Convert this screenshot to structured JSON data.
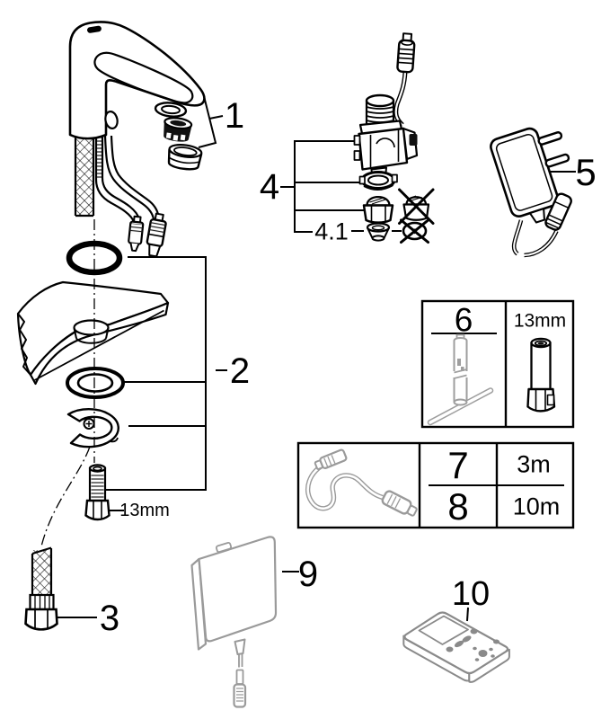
{
  "figure": {
    "type": "exploded parts diagram",
    "background_color": "#ffffff",
    "line_color": "#000000",
    "accessory_line_color": "#9a9a9a"
  },
  "callouts": {
    "part1": "1",
    "part2": "2",
    "part3": "3",
    "part4": "4",
    "part4_1": "4.1",
    "part5": "5",
    "part9": "9",
    "part10": "10"
  },
  "annotations": {
    "stud_wrench_size": "13mm"
  },
  "service_tool_box": {
    "part_number": "6",
    "socket_size": "13mm"
  },
  "extension_cable_box": {
    "rows": [
      {
        "part_number": "7",
        "length": "3m"
      },
      {
        "part_number": "8",
        "length": "10m"
      }
    ]
  }
}
